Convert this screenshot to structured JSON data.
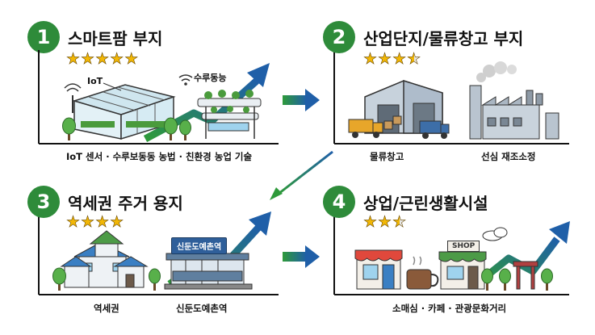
{
  "panels": [
    {
      "number": "1",
      "title": "스마트팜 부지",
      "rating": 5,
      "labels": {
        "iot": "IoT",
        "hydro": "수루동능"
      },
      "caption": "IoT 센서  ·  수루보동동 농법  ·  친환경 농업 기술"
    },
    {
      "number": "2",
      "title": "산업단지/물류창고 부지",
      "rating": 3.5,
      "captions": [
        "물류창고",
        "선심 재조소정"
      ]
    },
    {
      "number": "3",
      "title": "역세권 주거 용지",
      "rating": 4,
      "sign": "신둔도예촌역",
      "captions": [
        "역세권",
        "신둔도예촌역"
      ]
    },
    {
      "number": "4",
      "title": "상업/근린생활시설",
      "rating": 2.5,
      "shop_sign": "SHOP",
      "caption": "소매심  ·  카페  ·  관광문화거리"
    }
  ],
  "colors": {
    "badge": "#2e8b3a",
    "star": "#f2b705",
    "arrow_start": "#2e9a3a",
    "arrow_end": "#1f5fa8"
  }
}
